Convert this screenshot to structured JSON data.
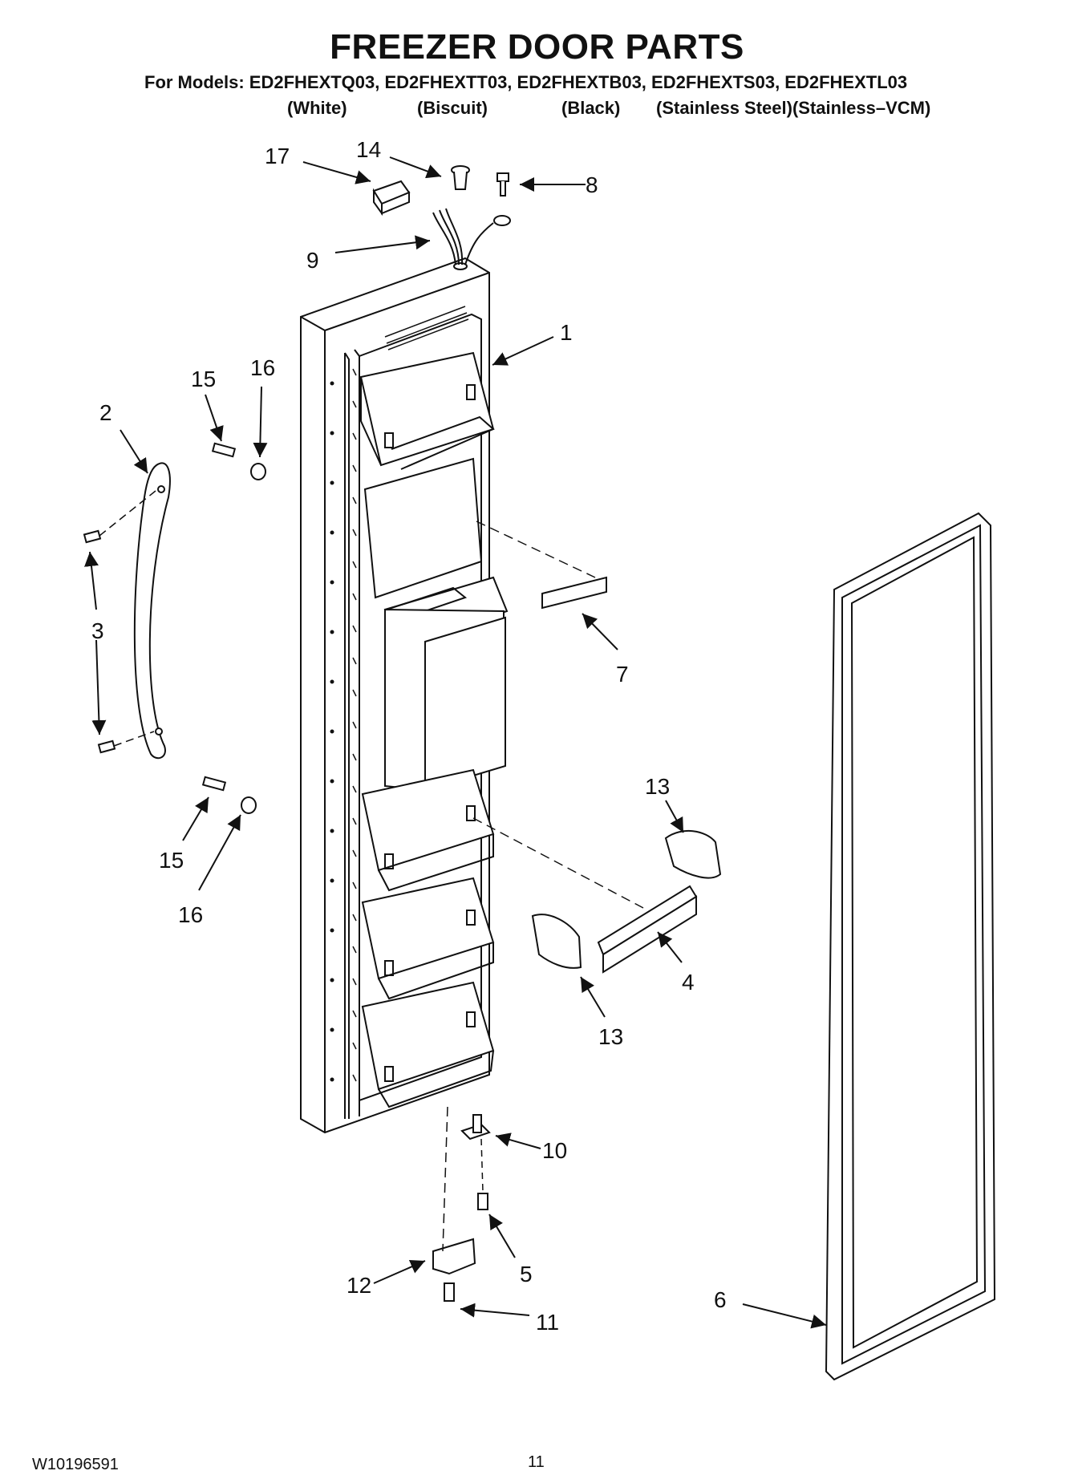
{
  "header": {
    "title": "FREEZER DOOR PARTS",
    "models_line": "For Models: ED2FHEXTQ03, ED2FHEXTT03, ED2FHEXTB03, ED2FHEXTS03, ED2FHEXTL03",
    "variants": [
      "(White)",
      "(Biscuit)",
      "(Black)",
      "(Stainless Steel)(Stainless–VCM)"
    ]
  },
  "callouts": {
    "c1": "1",
    "c2": "2",
    "c3": "3",
    "c4": "4",
    "c5": "5",
    "c6": "6",
    "c7": "7",
    "c8": "8",
    "c9": "9",
    "c10": "10",
    "c11": "11",
    "c12": "12",
    "c13a": "13",
    "c13b": "13",
    "c14": "14",
    "c15a": "15",
    "c15b": "15",
    "c16a": "16",
    "c16b": "16",
    "c17": "17"
  },
  "footer": {
    "document_id": "W10196591",
    "page_number": "11"
  }
}
